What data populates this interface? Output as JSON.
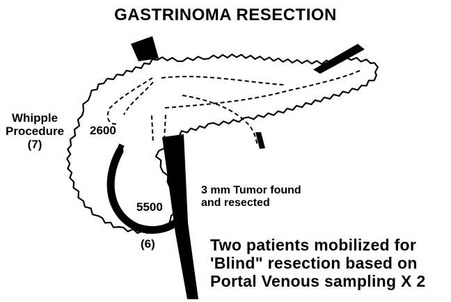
{
  "title": "GASTRINOMA RESECTION",
  "procedure_label": [
    "Whipple",
    "Procedure",
    "(7)"
  ],
  "sampling_values": [
    "2600",
    "5500"
  ],
  "count_label": "(6)",
  "tumor_label": [
    "3 mm Tumor found",
    "and resected"
  ],
  "note": [
    "Two patients mobilized for",
    "'Blind\" resection based on",
    "Portal Venous sampling X 2"
  ]
}
